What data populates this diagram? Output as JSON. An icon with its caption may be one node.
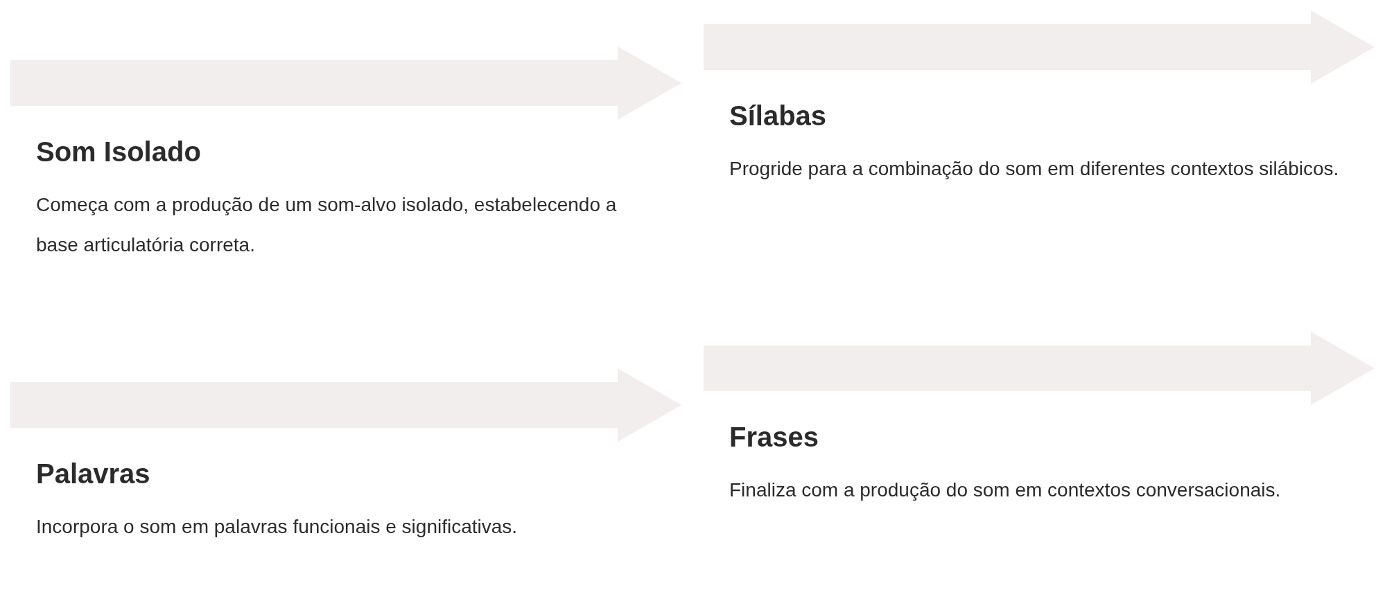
{
  "diagram": {
    "nodes": [
      {
        "text": [
          "Som Isolado",
          "Começa com a produção de um som-alvo isolado, estabelecendo a base articulatória correta."
        ]
      },
      {
        "text": [
          "Sílabas",
          "Progride para a combinação do som em diferentes contextos silábicos."
        ]
      },
      {
        "text": [
          "Palavras",
          "Incorpora o som em palavras funcionais e significativas."
        ]
      },
      {
        "text": [
          "Frases",
          "Finaliza com a produção do som em contextos conversacionais."
        ]
      }
    ]
  }
}
